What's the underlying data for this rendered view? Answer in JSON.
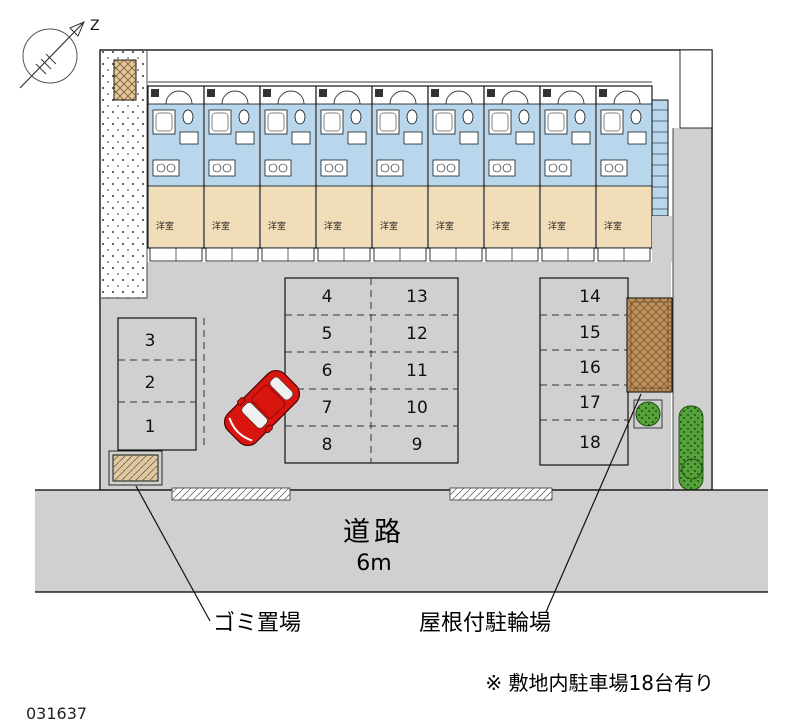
{
  "compass": {
    "label": "Z"
  },
  "building": {
    "units": [
      {
        "room": "洋室"
      },
      {
        "room": "洋室"
      },
      {
        "room": "洋室"
      },
      {
        "room": "洋室"
      },
      {
        "room": "洋室"
      },
      {
        "room": "洋室"
      },
      {
        "room": "洋室"
      },
      {
        "room": "洋室"
      },
      {
        "room": "洋室"
      }
    ]
  },
  "parking": {
    "left_column": [
      "3",
      "2",
      "1"
    ],
    "middle_left": [
      "4",
      "5",
      "6",
      "7",
      "8"
    ],
    "middle_right": [
      "13",
      "12",
      "11",
      "10",
      "9"
    ],
    "right_column": [
      "14",
      "15",
      "16",
      "17",
      "18"
    ]
  },
  "road": {
    "name": "道路",
    "width": "6m"
  },
  "callouts": {
    "garbage": "ゴミ置場",
    "bicycle": "屋根付駐輪場"
  },
  "footer": {
    "note": "※ 敷地内駐車場18台有り",
    "plan_number": "031637"
  },
  "colors": {
    "room_blue": "#b8d6ec",
    "room_tan": "#f1ddb8",
    "paving": "#d0d0d0",
    "car_red": "#d9150f",
    "green": "#55a13a",
    "green_dark": "#1e4f12",
    "wood": "#c0905c",
    "wood_light": "#e2c89c"
  }
}
